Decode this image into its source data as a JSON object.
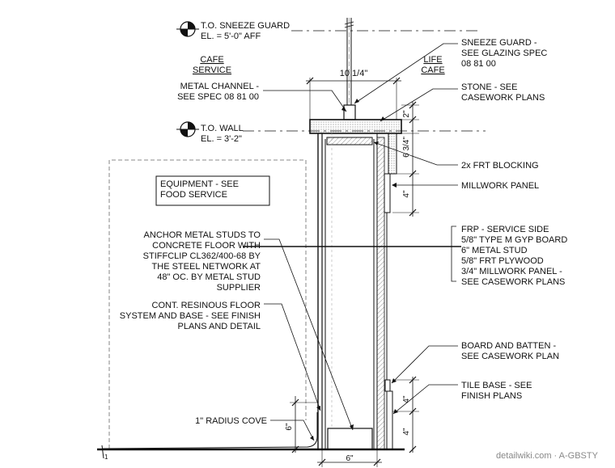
{
  "elevations": {
    "sneeze_guard_title": "T.O. SNEEZE GUARD",
    "sneeze_guard_el": "EL. = 5'-0\" AFF",
    "wall_title": "T.O. WALL",
    "wall_el": "EL. = 3'-2\""
  },
  "sides": {
    "left_line1": "CAFE",
    "left_line2": "SERVICE",
    "right_line1": "LIFE",
    "right_line2": "CAFE"
  },
  "dimensions": {
    "top_width": "10 1/4\"",
    "top_2": "2\"",
    "top_6_3_4": "6 3/4\"",
    "panel_4": "4\"",
    "batten_4": "4\"",
    "tile_4": "4\"",
    "cove_6": "6\"",
    "base_6": "6\""
  },
  "notes_left": {
    "metal_channel": [
      "METAL CHANNEL -",
      "SEE SPEC 08 81 00"
    ],
    "equipment": [
      "EQUIPMENT - SEE",
      "FOOD SERVICE"
    ],
    "anchor": [
      "ANCHOR METAL STUDS TO",
      "CONCRETE FLOOR WITH",
      "STIFFCLIP CL362/400-68 BY",
      "THE STEEL NETWORK AT",
      "48\" OC. BY METAL STUD",
      "SUPPLIER"
    ],
    "resinous": [
      "CONT. RESINOUS FLOOR",
      "SYSTEM AND BASE - SEE FINISH",
      "PLANS AND DETAIL"
    ],
    "cove": "1\" RADIUS COVE"
  },
  "notes_right": {
    "sneeze_guard": [
      "SNEEZE GUARD -",
      "SEE GLAZING SPEC",
      "08 81 00"
    ],
    "stone": [
      "STONE - SEE",
      "CASEWORK  PLANS"
    ],
    "blocking": "2x FRT BLOCKING",
    "millwork": "MILLWORK PANEL",
    "assembly": [
      "FRP - SERVICE SIDE",
      "5/8\" TYPE M GYP BOARD",
      "6\" METAL STUD",
      "5/8\" FRT PLYWOOD",
      "3/4\" MILLWORK PANEL -",
      "SEE CASEWORK PLANS"
    ],
    "board_batten": [
      "BOARD AND BATTEN -",
      "SEE CASEWORK PLAN"
    ],
    "tile_base": [
      "TILE BASE - SEE",
      "FINISH PLANS"
    ]
  },
  "watermark": "detailwiki.com · A-GBSTY",
  "marker": "1"
}
